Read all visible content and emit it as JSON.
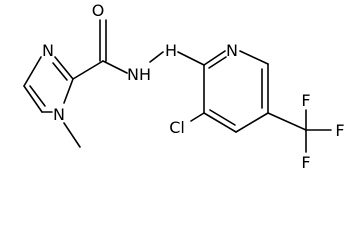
{
  "atoms": {
    "o": "O",
    "n_imid_top": "N",
    "n_imid_methyl": "N",
    "nh_left": "NH",
    "nh_right": "H",
    "n_right_ring": "N",
    "cl": "Cl",
    "f_top": "F",
    "f_right": "F",
    "f_bottom": "F"
  }
}
